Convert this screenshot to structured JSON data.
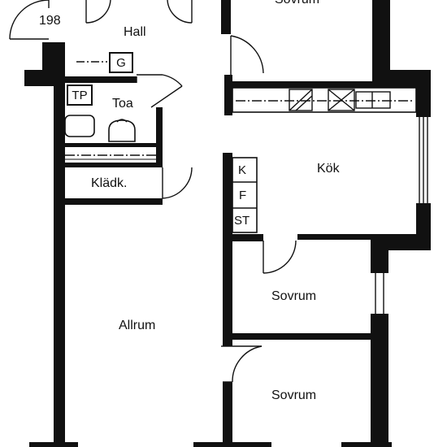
{
  "plan": {
    "number": "198",
    "rooms": {
      "sovrum_top": "Sovrum",
      "hall": "Hall",
      "toa": "Toa",
      "kladk": "Klädk.",
      "kok": "Kök",
      "allrum": "Allrum",
      "sovrum_mid": "Sovrum",
      "sovrum_bottom": "Sovrum"
    },
    "fixtures": {
      "g": "G",
      "tp": "TP",
      "k": "K",
      "f": "F",
      "st": "ST"
    },
    "colors": {
      "wall": "#111111",
      "background": "#ffffff"
    }
  }
}
